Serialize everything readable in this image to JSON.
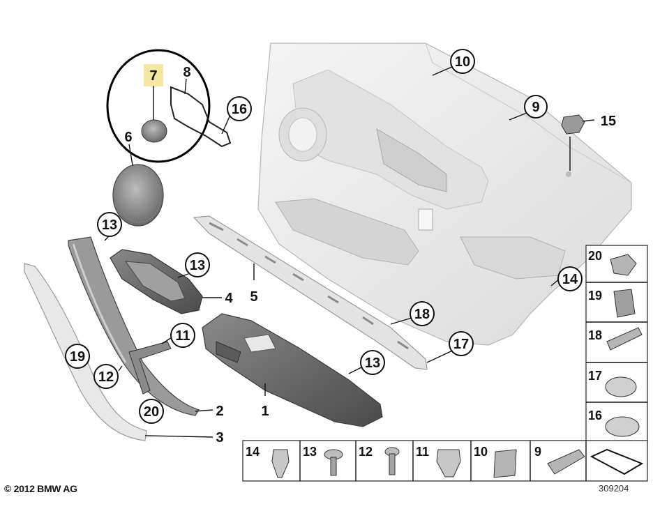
{
  "callouts": {
    "c1": "1",
    "c2": "2",
    "c3": "3",
    "c4": "4",
    "c5": "5",
    "c6": "6",
    "c7": "7",
    "c8": "8",
    "c9": "9",
    "c10": "10",
    "c11": "11",
    "c12": "12",
    "c13a": "13",
    "c13b": "13",
    "c13c": "13",
    "c14": "14",
    "c15": "15",
    "c16": "16",
    "c17": "17",
    "c18": "18",
    "c19": "19",
    "c20": "20"
  },
  "side_panel": [
    "20",
    "19",
    "18",
    "17",
    "16"
  ],
  "bottom_panel": [
    "14",
    "13",
    "12",
    "11",
    "10",
    "9"
  ],
  "footer": {
    "copyright": "© 2012 BMW AG",
    "doc_id": "309204"
  },
  "colors": {
    "highlight": "#f4e7a1",
    "panel_light": "#ececec",
    "part_dark": "#6e6e6e",
    "ring": "#000000"
  }
}
